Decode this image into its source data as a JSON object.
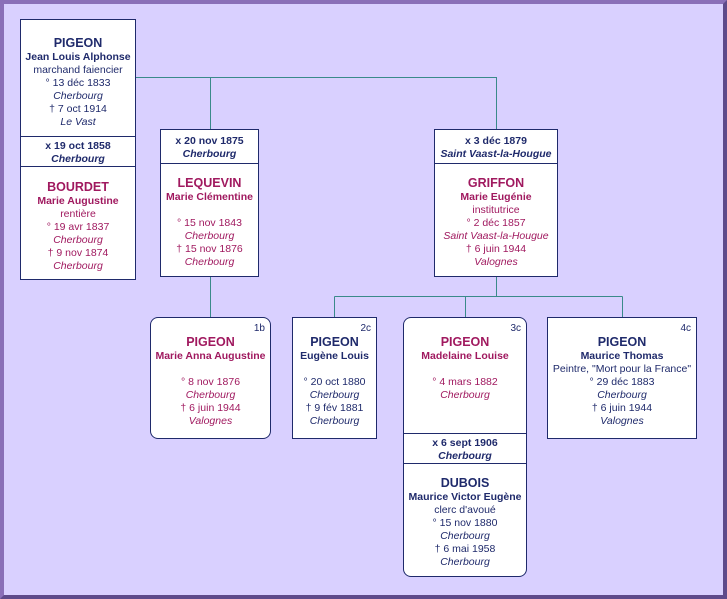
{
  "persons": {
    "p1": {
      "surname": "PIGEON",
      "given": "Jean Louis Alphonse",
      "occupation": "marchand faiencier",
      "birth": "° 13 déc 1833",
      "birth_place": "Cherbourg",
      "death": "† 7 oct 1914",
      "death_place": "Le Vast"
    },
    "m1": {
      "date": "x 19 oct 1858",
      "place": "Cherbourg"
    },
    "s1": {
      "surname": "BOURDET",
      "given": "Marie Augustine",
      "occupation": "rentière",
      "birth": "° 19 avr 1837",
      "birth_place": "Cherbourg",
      "death": "† 9 nov 1874",
      "death_place": "Cherbourg"
    },
    "m2": {
      "date": "x 20 nov 1875",
      "place": "Cherbourg"
    },
    "s2": {
      "surname": "LEQUEVIN",
      "given": "Marie Clémentine",
      "birth": "° 15 nov 1843",
      "birth_place": "Cherbourg",
      "death": "† 15 nov 1876",
      "death_place": "Cherbourg"
    },
    "m3": {
      "date": "x 3 déc 1879",
      "place": "Saint Vaast-la-Hougue"
    },
    "s3": {
      "surname": "GRIFFON",
      "given": "Marie Eugénie",
      "occupation": "institutrice",
      "birth": "° 2 déc 1857",
      "birth_place": "Saint Vaast-la-Hougue",
      "death": "† 6 juin 1944",
      "death_place": "Valognes"
    },
    "c1": {
      "index": "1b",
      "surname": "PIGEON",
      "given": "Marie Anna Augustine",
      "birth": "° 8 nov 1876",
      "birth_place": "Cherbourg",
      "death": "† 6 juin 1944",
      "death_place": "Valognes"
    },
    "c2": {
      "index": "2c",
      "surname": "PIGEON",
      "given": "Eugène Louis",
      "birth": "° 20 oct 1880",
      "birth_place": "Cherbourg",
      "death": "† 9 fév 1881",
      "death_place": "Cherbourg"
    },
    "c3": {
      "index": "3c",
      "surname": "PIGEON",
      "given": "Madelaine Louise",
      "birth": "° 4 mars 1882",
      "birth_place": "Cherbourg"
    },
    "m4": {
      "date": "x 6 sept 1906",
      "place": "Cherbourg"
    },
    "s4": {
      "surname": "DUBOIS",
      "given": "Maurice Victor Eugène",
      "occupation": "clerc d'avoué",
      "birth": "° 15 nov 1880",
      "birth_place": "Cherbourg",
      "death": "† 6 mai 1958",
      "death_place": "Cherbourg"
    },
    "c4": {
      "index": "4c",
      "surname": "PIGEON",
      "given": "Maurice Thomas",
      "occupation": "Peintre, \"Mort pour la France\"",
      "birth": "° 29 déc 1883",
      "birth_place": "Cherbourg",
      "death": "† 6 juin 1944",
      "death_place": "Valognes"
    }
  },
  "colors": {
    "male": "#1f2a6b",
    "female": "#a0195f",
    "line": "#3a8a8a",
    "background": "#d9d0ff",
    "frame": "#8a6fb8"
  }
}
